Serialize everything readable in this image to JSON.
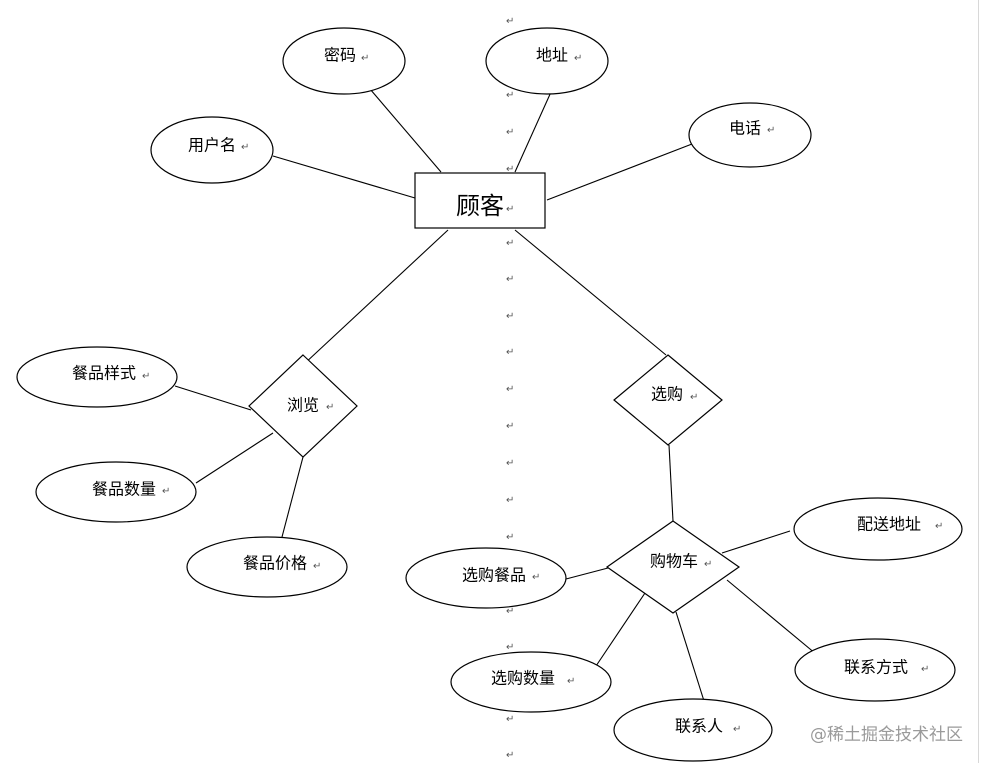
{
  "diagram": {
    "entity": {
      "label": "顾客"
    },
    "attributes": {
      "password": "密码",
      "address": "地址",
      "phone": "电话",
      "username": "用户名",
      "dish_style": "餐品样式",
      "dish_quantity": "餐品数量",
      "dish_price": "餐品价格",
      "selected_dish": "选购餐品",
      "selected_quantity": "选购数量",
      "contact_person": "联系人",
      "delivery_address": "配送地址",
      "contact_method": "联系方式"
    },
    "relationships": {
      "browse": "浏览",
      "purchase": "选购",
      "cart": "购物车"
    },
    "paragraph_mark": "↵"
  },
  "watermark": {
    "text": "@稀土掘金技术社区"
  }
}
